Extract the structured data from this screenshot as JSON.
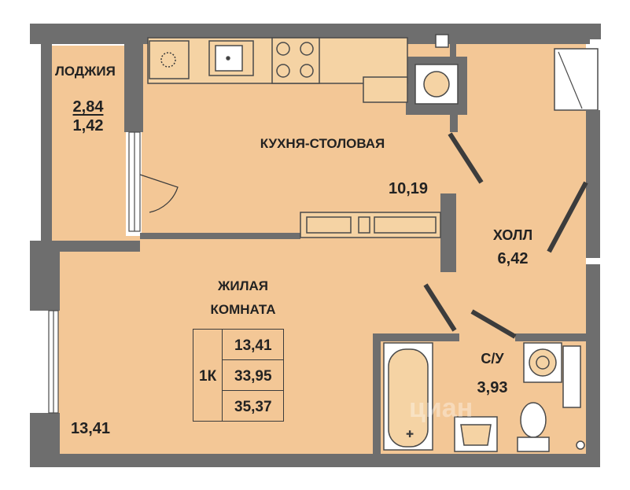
{
  "rooms": {
    "loggia": {
      "name": "ЛОДЖИЯ",
      "area": "2,84",
      "area_reduced": "1,42"
    },
    "kitchen": {
      "name": "КУХНЯ-СТОЛОВАЯ",
      "area": "10,19"
    },
    "hall": {
      "name": "ХОЛЛ",
      "area": "6,42"
    },
    "living": {
      "name_line1": "ЖИЛАЯ",
      "name_line2": "КОМНАТА",
      "area": "13,41"
    },
    "bathroom": {
      "name": "С/У",
      "area": "3,93"
    }
  },
  "summary": {
    "type": "1К",
    "living_area": "13,41",
    "total_area": "33,95",
    "total_with_loggia": "35,37"
  },
  "watermark": "циан",
  "colors": {
    "floor": "#f3c796",
    "wall": "#6e6e6e",
    "fixture_fill": "#f5d3a4",
    "fixture_stroke": "#4a4a4a",
    "text": "#222222",
    "background": "#ffffff"
  }
}
